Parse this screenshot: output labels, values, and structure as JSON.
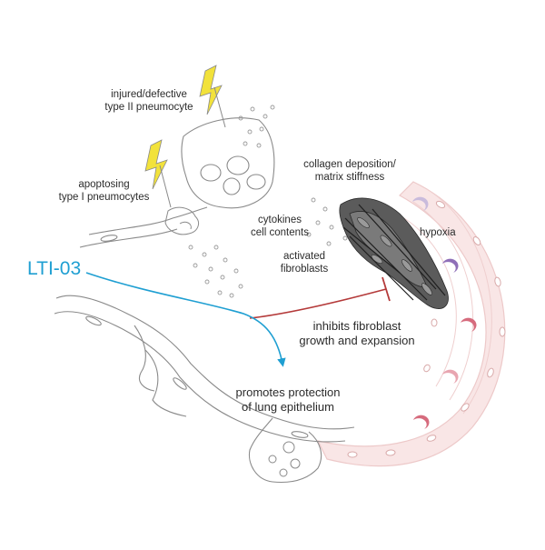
{
  "labels": {
    "type2": "injured/defective\ntype II pneumocyte",
    "type1": "apoptosing\ntype I pneumocytes",
    "collagen": "collagen deposition/\nmatrix stiffness",
    "cytokines": "cytokines\ncell contents",
    "fibroblasts": "activated\nfibroblasts",
    "hypoxia": "hypoxia",
    "drug": "LTI-03",
    "inhibits": "inhibits fibroblast\ngrowth and expansion",
    "protects": "promotes protection\nof lung epithelium"
  },
  "colors": {
    "drug": "#1f9fd2",
    "inhibit": "#b43a3a",
    "lightning": "#f2e23b",
    "vessel": "#f4d4d4",
    "cell_purple": "#b8a9d1",
    "cell_violet": "#8f6fb8",
    "cell_red": "#d66b7d"
  },
  "icons": {
    "lightning": "lightning-bolt-icon",
    "erythrocyte": "red-blood-cell-icon"
  }
}
